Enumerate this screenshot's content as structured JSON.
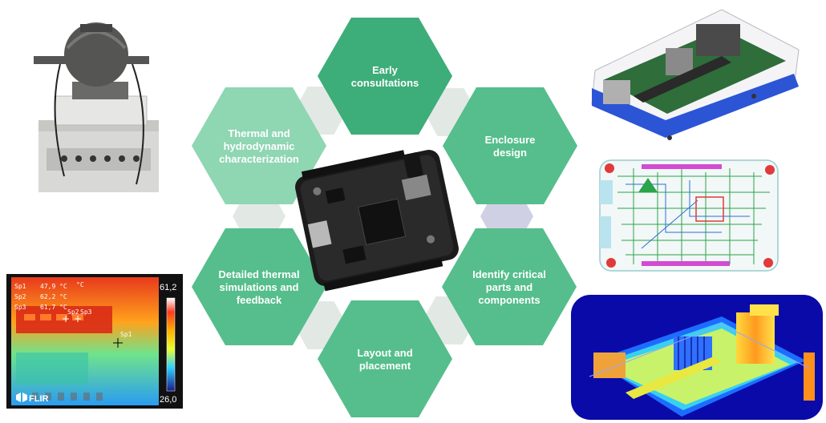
{
  "colors": {
    "hex_dark": "#3dad7a",
    "hex_mid": "#55be8c",
    "hex_light": "#8fd6b3",
    "hex_faint": "#dde5e1",
    "hex_violet": "#c8c8e0"
  },
  "steps": [
    {
      "id": "early-consultations",
      "lines": [
        "Early",
        "consultations"
      ]
    },
    {
      "id": "enclosure-design",
      "lines": [
        "Enclosure",
        "design"
      ]
    },
    {
      "id": "identify-critical-parts",
      "lines": [
        "Identify critical",
        "parts and",
        "components"
      ]
    },
    {
      "id": "layout-and-placement",
      "lines": [
        "Layout and",
        "placement"
      ]
    },
    {
      "id": "detailed-thermal-simulations",
      "lines": [
        "Detailed thermal",
        "simulations and",
        "feedback"
      ]
    },
    {
      "id": "thermal-hydrodynamic-characterization",
      "lines": [
        "Thermal and",
        "hydrodynamic",
        "characterization"
      ]
    }
  ],
  "thermal_image": {
    "readings": [
      {
        "label": "Sp1",
        "value": "47,9 °C"
      },
      {
        "label": "Sp2",
        "value": "62,2 °C"
      },
      {
        "label": "Sp3",
        "value": "61,7 °C"
      }
    ],
    "unit": "°C",
    "scale_max": "61,2",
    "scale_min": "26,0",
    "spot_labels": [
      "Sp2",
      "Sp3",
      "Sp1"
    ],
    "logo": "FLIR"
  },
  "icons": {
    "center": "circuit-board-icon",
    "top_left": "measurement-apparatus-icon",
    "top_right": "enclosure-3d-model-icon",
    "mid_right": "pcb-layout-icon",
    "bottom_right": "thermal-simulation-icon",
    "bottom_left": "thermal-camera-image-icon"
  }
}
